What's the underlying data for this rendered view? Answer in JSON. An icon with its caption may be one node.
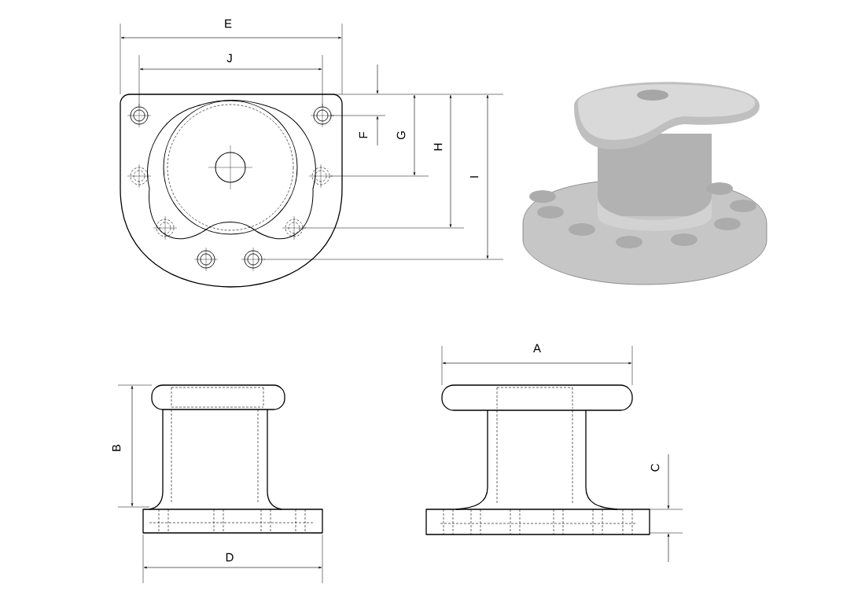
{
  "diagram": {
    "labels": [
      "E",
      "J",
      "F",
      "G",
      "H",
      "I",
      "A",
      "B",
      "C",
      "D"
    ]
  }
}
